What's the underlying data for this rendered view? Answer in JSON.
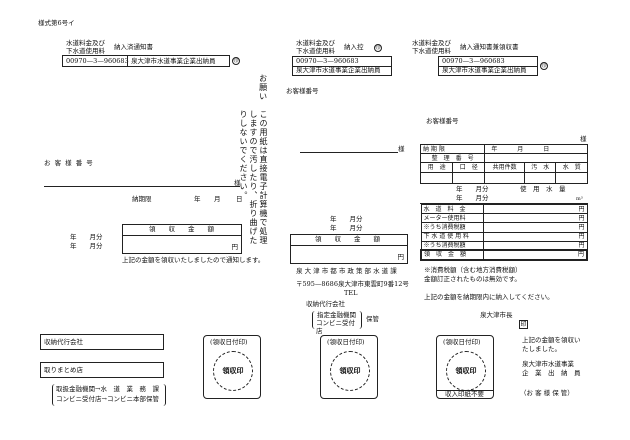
{
  "form_no": "様式第6号イ",
  "col1": {
    "title_l1": "水道料金及び",
    "title_l2": "下水道使用料",
    "title_r": "納入済通知書",
    "account": "00970—3—960683",
    "payee": "泉大津市水道事業企業出納員",
    "seal": "㊞",
    "customer_label": "お 客 様 番 号",
    "sama": "様",
    "due_label": "納期限",
    "year": "年",
    "month": "月",
    "day": "日",
    "billing_month": "年　　月分",
    "billing_month2": "年　　月分",
    "amount_label": "領　　収　　金　　額",
    "yen": "円",
    "note": "上記の金額を領収いたしましたので通知します。",
    "agent_label": "収納代行会社",
    "collector_label": "取りまとめ店",
    "route_l1": "取扱金融機関→水　道　業　務　課",
    "route_l2": "コンビニ受付店→コンビニ本部保管"
  },
  "notice": {
    "heading": "お願い",
    "text": "この用紙は直接電子計算機で処理しますので汚したり、折り曲げたりしないでください。"
  },
  "col2": {
    "title_l1": "水道料金及び",
    "title_l2": "下水道使用料",
    "title_r": "納入控",
    "account": "00970—3—960683",
    "payee": "泉大津市水道事業企業出納員",
    "seal": "㊞",
    "customer_label": "お客様番号",
    "sama": "様",
    "billing_month": "年　　月分",
    "billing_month2": "年　　月分",
    "amount_label": "領　　収　　金　　額",
    "yen": "円",
    "addr_l1": "泉 大 津 市 都 市 政 策 部 水 道 課",
    "addr_l2": "〒595—8686泉大津市東雲町9番12号",
    "tel": "TEL",
    "agent": "収納代行会社",
    "bank_l1": "指定金融機関",
    "bank_l2": "コンビニ受付店",
    "bank_r": "保管"
  },
  "col3": {
    "title_l1": "水道料金及び",
    "title_l2": "下水道使用料",
    "title_r": "納入通知書兼領収書",
    "account": "00970—3—960683",
    "payee": "泉大津市水道事業企業出納員",
    "seal": "㊞",
    "customer_label": "お客様番号",
    "sama": "様",
    "due_label": "納 期 限",
    "year": "年",
    "month": "月",
    "day": "日",
    "table_header": "整　理　番　号",
    "col_use": "用　途",
    "col_caliber": "口　径",
    "col_shared": "共用件数",
    "col_sewage": "汚　水",
    "col_water": "水　質",
    "billing_month": "年　　月分",
    "billing_month2": "年　　月分",
    "usage_label": "使　用　水　量",
    "usage_unit": "m³",
    "rows": [
      {
        "label": "水　道　料　金",
        "unit": "円"
      },
      {
        "label": "メーター使用料",
        "unit": "円"
      },
      {
        "label": "※うち消費税額",
        "unit": "円"
      },
      {
        "label": "下 水 道 使 用 料",
        "unit": "円"
      },
      {
        "label": "※うち消費税額",
        "unit": "円"
      },
      {
        "label": "領　収　金　額",
        "unit": "円"
      }
    ],
    "tax_note1": "※消費税額（含む地方消費税額）",
    "tax_note2": "金額訂正されたものは無効です。",
    "pay_note": "上記の金額を納期限内に納入してください。",
    "mayor": "泉大津市長",
    "mayor_seal": "印",
    "receipt_l1": "上記の金額を領収い",
    "receipt_l2": "たしました。",
    "receipt_l3": "泉大津市水道事業",
    "receipt_l4": "企　業　出　納　員",
    "customer_keep": "（お 客 様 保 管）",
    "revenue_stamp_note": "収入印紙不要"
  },
  "stamps": {
    "date_label": "(領収日付印)",
    "seal_text": "領収印"
  }
}
